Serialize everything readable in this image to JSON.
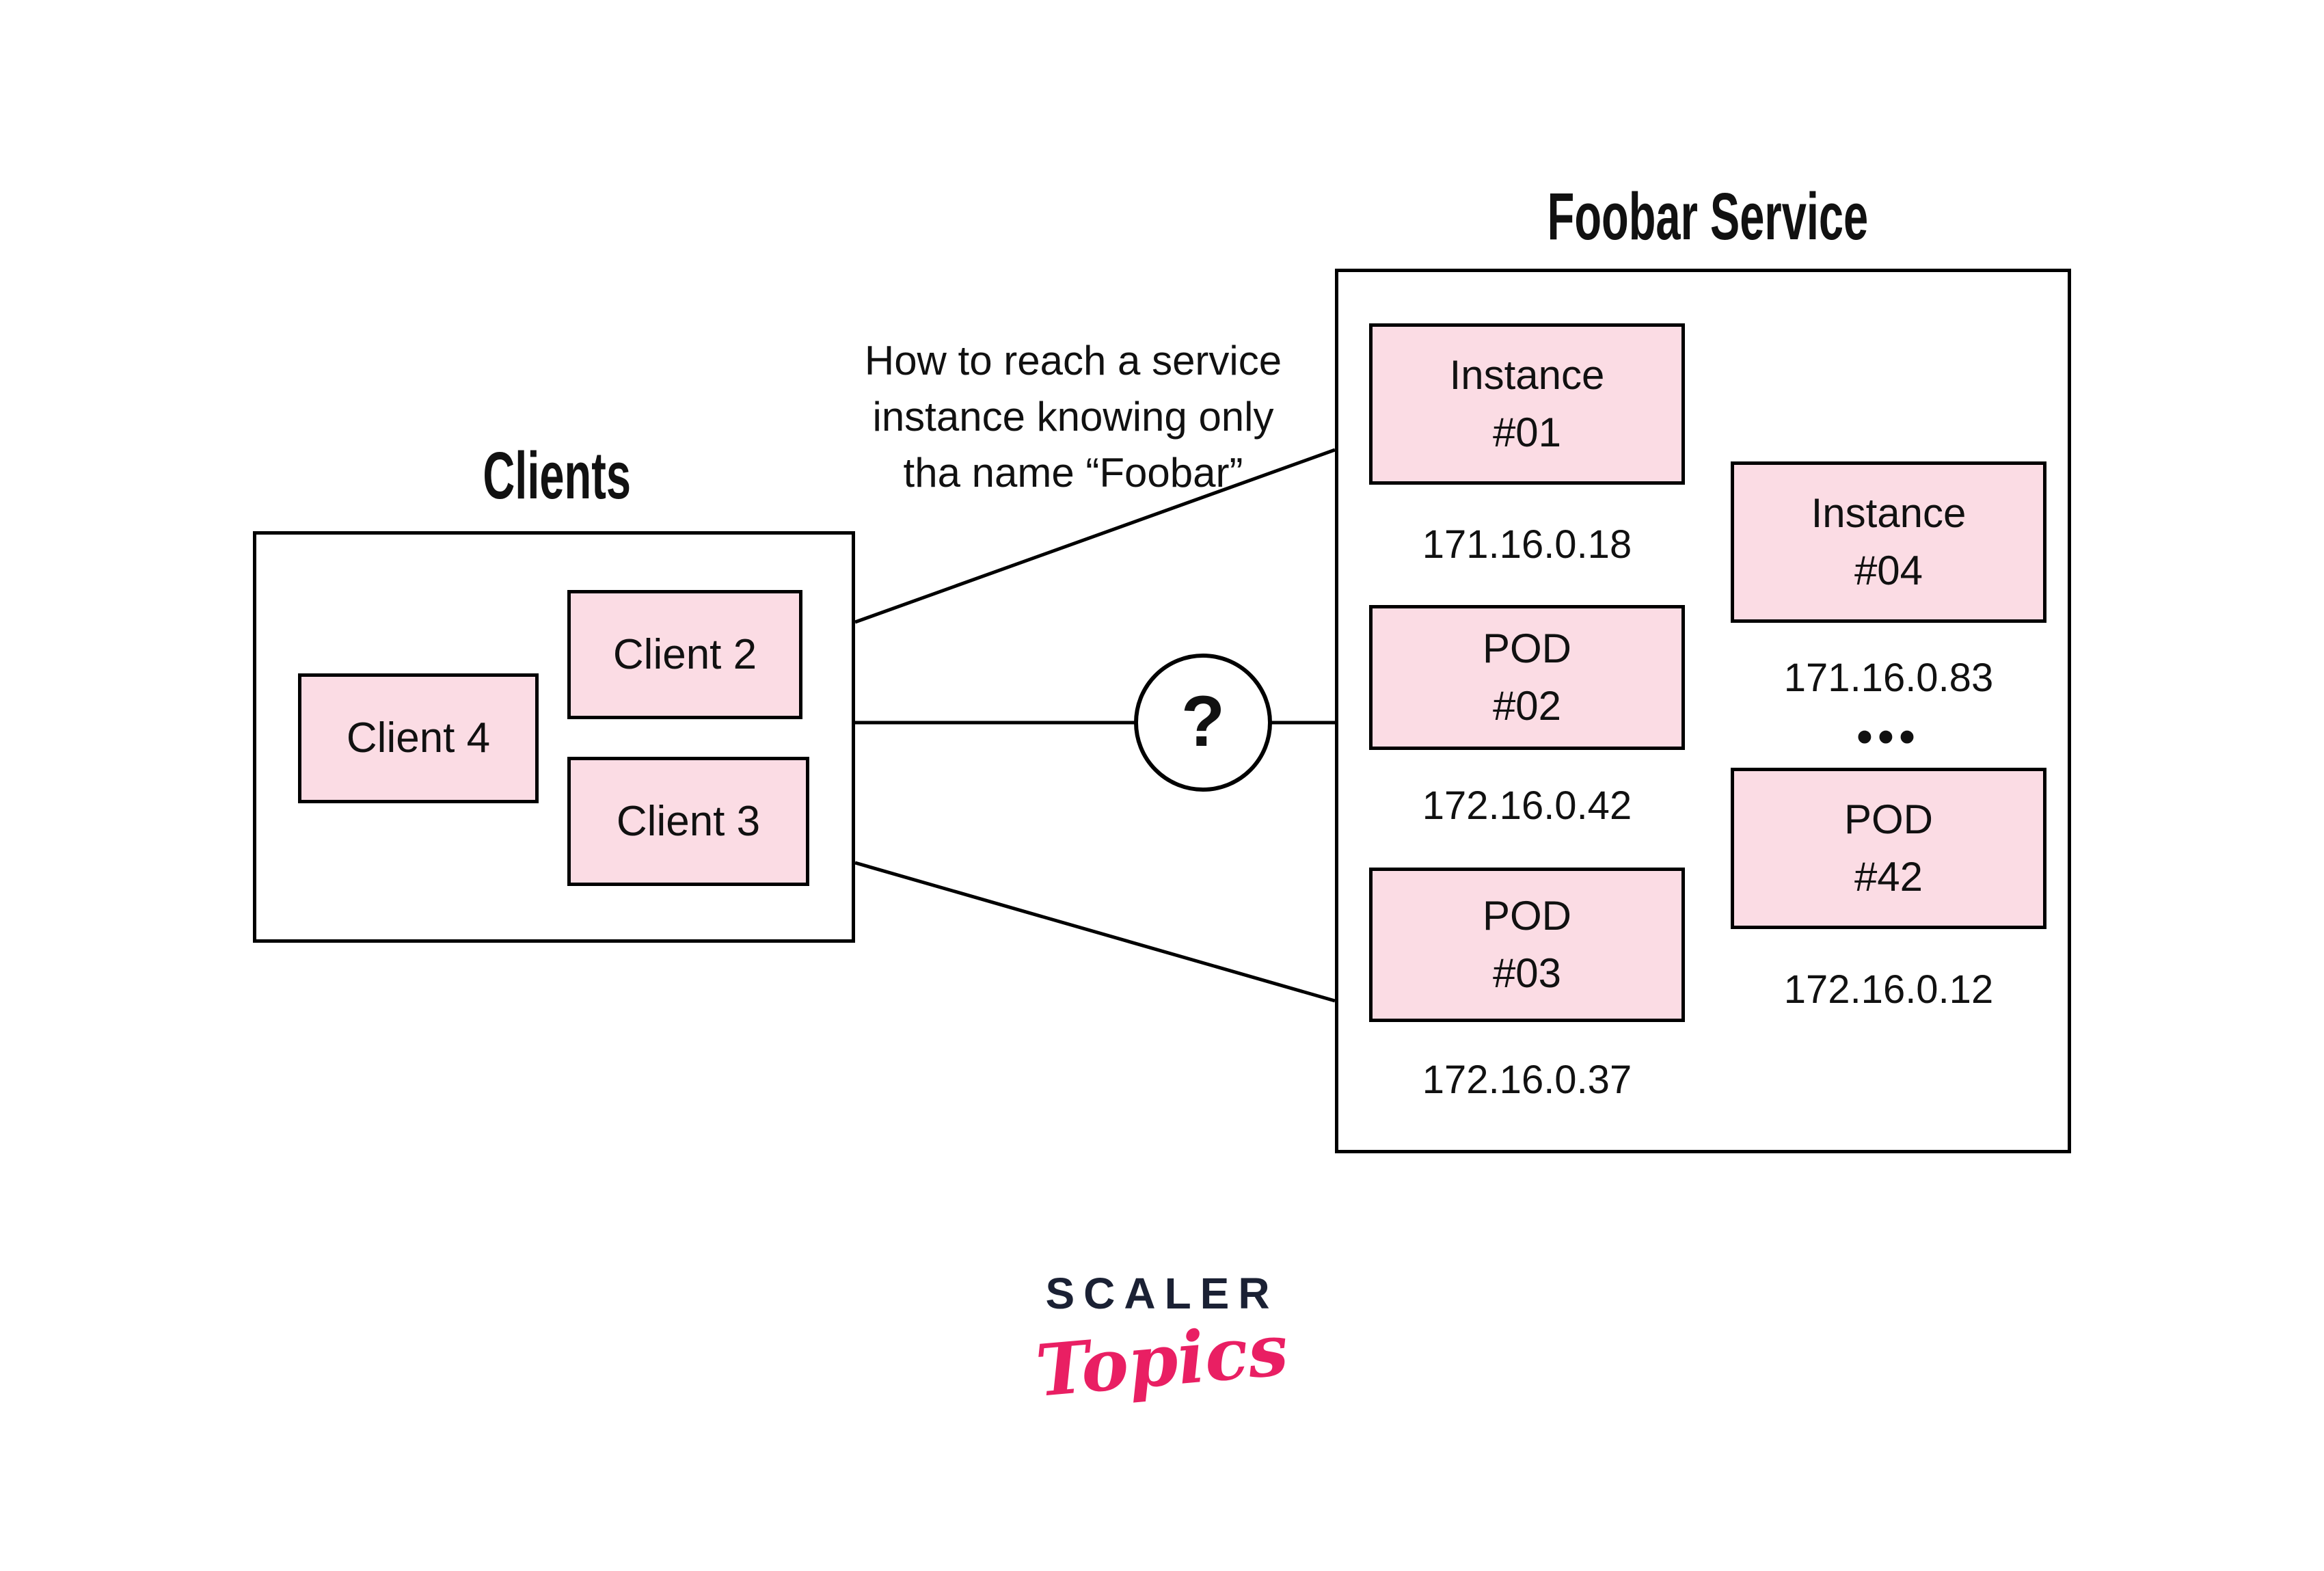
{
  "clients_group": {
    "title": "Clients",
    "boxes": [
      {
        "label": "Client 2"
      },
      {
        "label": "Client 4"
      },
      {
        "label": "Client 3"
      }
    ]
  },
  "service_group": {
    "title": "Foobar Service",
    "left_column": [
      {
        "name": "Instance",
        "number": "#01",
        "ip": "171.16.0.18"
      },
      {
        "name": "POD",
        "number": "#02",
        "ip": "172.16.0.42"
      },
      {
        "name": "POD",
        "number": "#03",
        "ip": "172.16.0.37"
      }
    ],
    "right_column": [
      {
        "name": "Instance",
        "number": "#04",
        "ip": "171.16.0.83"
      },
      {
        "name": "POD",
        "number": "#42",
        "ip": "172.16.0.12"
      }
    ],
    "ellipsis": "•••"
  },
  "annotation": {
    "line1": "How to reach a service",
    "line2": "instance knowing only",
    "line3": "tha name “Foobar”"
  },
  "question_mark": "?",
  "logo": {
    "scaler": "SCALER",
    "topics": "Topics"
  },
  "colors": {
    "box_fill_pink": "#fbdce4",
    "box_border": "#000000",
    "line_color": "#000000",
    "logo_navy": "#1b2134",
    "logo_pink": "#e91f63",
    "background": "#ffffff"
  }
}
